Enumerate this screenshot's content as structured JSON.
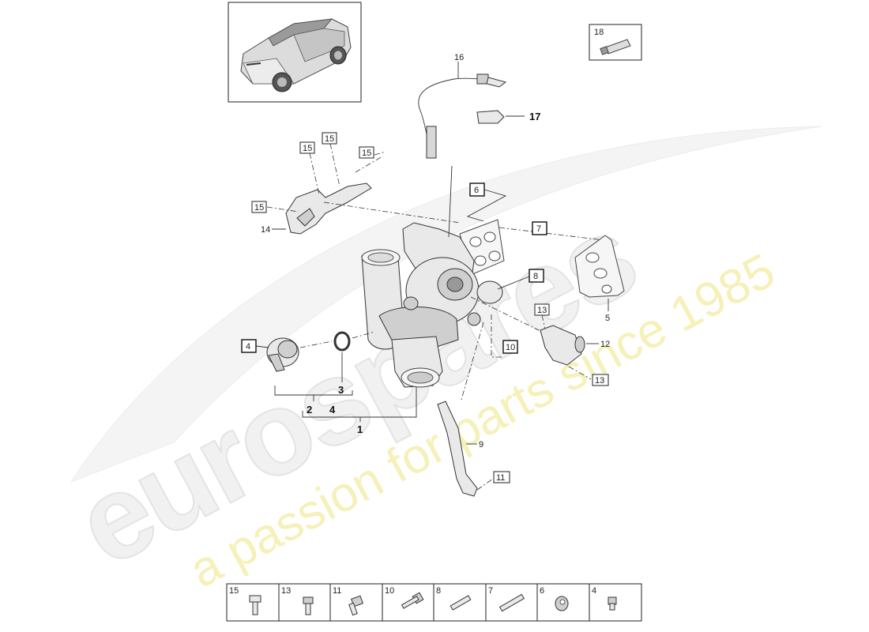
{
  "watermark": {
    "logo_text": "eurospares",
    "slogan": "a passion for parts since 1985"
  },
  "callouts": {
    "c1": "1",
    "c2": "2",
    "c3": "3",
    "c4": "4",
    "c4b": "4",
    "c5": "5",
    "c6": "6",
    "c7": "7",
    "c8": "8",
    "c9": "9",
    "c10": "10",
    "c11": "11",
    "c12": "12",
    "c13a": "13",
    "c13b": "13",
    "c14": "14",
    "c15a": "15",
    "c15b": "15",
    "c15c": "15",
    "c15d": "15",
    "c16": "16",
    "c17": "17",
    "c18": "18"
  },
  "hardware_strip": [
    "15",
    "13",
    "11",
    "10",
    "8",
    "7",
    "6",
    "4"
  ]
}
